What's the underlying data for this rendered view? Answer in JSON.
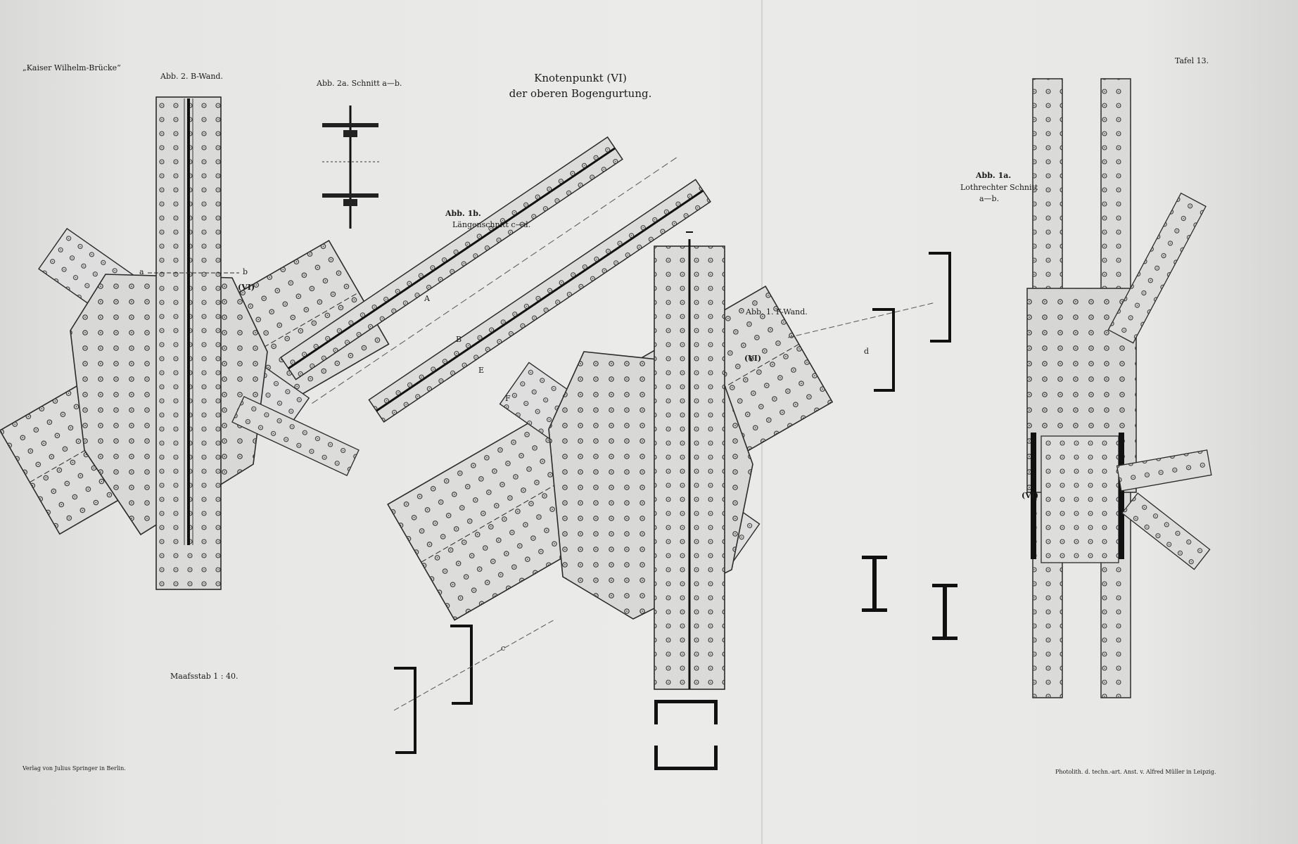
{
  "sheet": {
    "header_left": "„Kaiser Wilhelm-Brücke“",
    "plate": "Tafel 13.",
    "title_line1": "Knotenpunkt (VI)",
    "title_line2": "der oberen Bogengurtung.",
    "scale": "Maafsstab 1 : 40.",
    "publisher": "Verlag von Julius Springer in Berlin.",
    "printer": "Photolith. d. techn.-art. Anst. v. Alfred Müller in Leipzig."
  },
  "figures": {
    "fig2": "Abb. 2. B-Wand.",
    "fig2a": "Abb. 2a. Schnitt a—b.",
    "fig1b_title": "Abb. 1b.",
    "fig1b_sub": "Längenschnitt c—d.",
    "fig1": "Abb. 1. F-Wand.",
    "fig1a_title": "Abb. 1a.",
    "fig1a_sub1": "Lothrechter Schnitt",
    "fig1a_sub2": "a—b."
  },
  "markers": {
    "node": "(VI)",
    "a": "a",
    "b": "b",
    "c": "c",
    "d": "d",
    "A": "A",
    "B": "B",
    "E": "E",
    "F": "F"
  },
  "colors": {
    "paper": "#e8e8e6",
    "line": "#2a2a2a",
    "rivet": "#333333"
  }
}
